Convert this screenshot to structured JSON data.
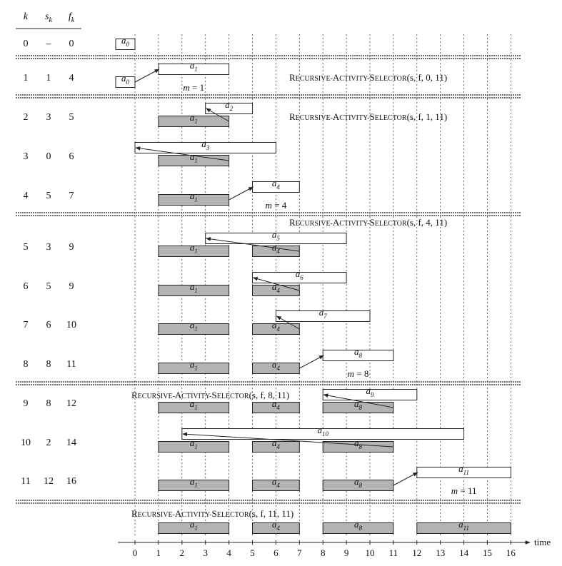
{
  "table": {
    "headers": [
      "k",
      "s",
      "f"
    ],
    "header_subscript": "k",
    "rows": [
      {
        "k": "0",
        "s": "–",
        "f": "0"
      },
      {
        "k": "1",
        "s": "1",
        "f": "4"
      },
      {
        "k": "2",
        "s": "3",
        "f": "5"
      },
      {
        "k": "3",
        "s": "0",
        "f": "6"
      },
      {
        "k": "4",
        "s": "5",
        "f": "7"
      },
      {
        "k": "5",
        "s": "3",
        "f": "9"
      },
      {
        "k": "6",
        "s": "5",
        "f": "9"
      },
      {
        "k": "7",
        "s": "6",
        "f": "10"
      },
      {
        "k": "8",
        "s": "8",
        "f": "11"
      },
      {
        "k": "9",
        "s": "8",
        "f": "12"
      },
      {
        "k": "10",
        "s": "2",
        "f": "14"
      },
      {
        "k": "11",
        "s": "12",
        "f": "16"
      }
    ]
  },
  "activities": [
    {
      "label": "a",
      "sub": "0",
      "s": null,
      "f": 0
    },
    {
      "label": "a",
      "sub": "1",
      "s": 1,
      "f": 4
    },
    {
      "label": "a",
      "sub": "2",
      "s": 3,
      "f": 5
    },
    {
      "label": "a",
      "sub": "3",
      "s": 0,
      "f": 6
    },
    {
      "label": "a",
      "sub": "4",
      "s": 5,
      "f": 7
    },
    {
      "label": "a",
      "sub": "5",
      "s": 3,
      "f": 9
    },
    {
      "label": "a",
      "sub": "6",
      "s": 5,
      "f": 9
    },
    {
      "label": "a",
      "sub": "7",
      "s": 6,
      "f": 10
    },
    {
      "label": "a",
      "sub": "8",
      "s": 8,
      "f": 11
    },
    {
      "label": "a",
      "sub": "9",
      "s": 8,
      "f": 12
    },
    {
      "label": "a",
      "sub": "10",
      "s": 2,
      "f": 14
    },
    {
      "label": "a",
      "sub": "11",
      "s": 12,
      "f": 16
    }
  ],
  "rows": [
    {
      "k": 0,
      "selected": [],
      "candidate": 0
    },
    {
      "k": 1,
      "selected": [
        0
      ],
      "candidate": 1,
      "m": "1",
      "arrow": "to-candidate"
    },
    {
      "k": 2,
      "selected": [
        1
      ],
      "candidate": 2,
      "arrow": "to-candidate"
    },
    {
      "k": 3,
      "selected": [
        1
      ],
      "candidate": 3,
      "arrow": "to-candidate"
    },
    {
      "k": 4,
      "selected": [
        1
      ],
      "candidate": 4,
      "m": "4",
      "arrow": "to-candidate"
    },
    {
      "k": 5,
      "selected": [
        1,
        4
      ],
      "candidate": 5,
      "arrow": "to-candidate"
    },
    {
      "k": 6,
      "selected": [
        1,
        4
      ],
      "candidate": 6,
      "arrow": "to-candidate"
    },
    {
      "k": 7,
      "selected": [
        1,
        4
      ],
      "candidate": 7,
      "arrow": "to-candidate"
    },
    {
      "k": 8,
      "selected": [
        1,
        4
      ],
      "candidate": 8,
      "m": "8",
      "arrow": "to-candidate"
    },
    {
      "k": 9,
      "selected": [
        1,
        4,
        8
      ],
      "candidate": 9,
      "arrow": "to-candidate"
    },
    {
      "k": 10,
      "selected": [
        1,
        4,
        8
      ],
      "candidate": 10,
      "arrow": "to-candidate"
    },
    {
      "k": 11,
      "selected": [
        1,
        4,
        8
      ],
      "candidate": 11,
      "m": "11",
      "arrow": "to-candidate"
    },
    {
      "k": "final",
      "selected": [
        1,
        4,
        8,
        11
      ],
      "candidate": null
    }
  ],
  "m_prefix": "m = ",
  "calls": [
    {
      "at_row": 1,
      "smallcaps": "Recursive-Activity-Selector",
      "args": "(s, f, 0, 11)"
    },
    {
      "at_row": 2,
      "smallcaps": "Recursive-Activity-Selector",
      "args": "(s, f, 1, 11)"
    },
    {
      "at_row": 5,
      "smallcaps": "Recursive-Activity-Selector",
      "args": "(s, f, 4, 11)"
    },
    {
      "at_row": 9,
      "smallcaps": "Recursive-Activity-Selector",
      "args": "(s, f, 8, 11)"
    },
    {
      "at_row": "final",
      "smallcaps": "Recursive-Activity-Selector",
      "args": "(s, f, 11, 11)"
    }
  ],
  "axis": {
    "ticks": [
      "0",
      "1",
      "2",
      "3",
      "4",
      "5",
      "6",
      "7",
      "8",
      "9",
      "10",
      "11",
      "12",
      "13",
      "14",
      "15",
      "16"
    ],
    "label": "time",
    "min": 0,
    "max": 16
  },
  "colors": {
    "selected_fill": "#b3b3b3",
    "candidate_fill": "#ffffff",
    "line": "#222222"
  }
}
